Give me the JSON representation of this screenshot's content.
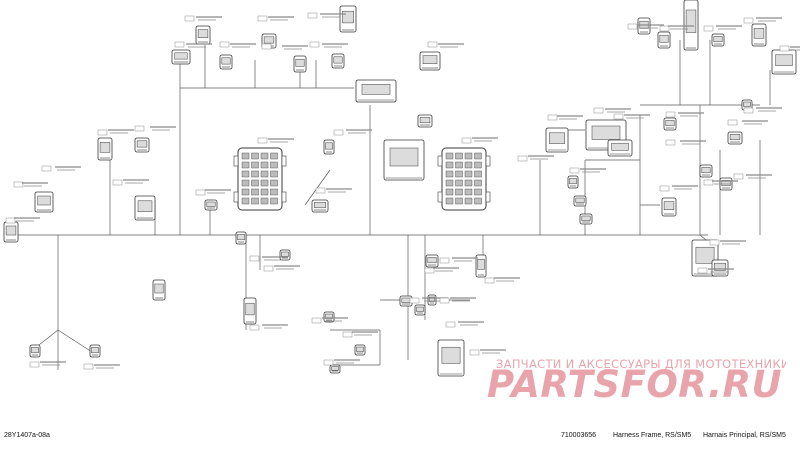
{
  "diagram": {
    "figure_code": "28Y1407a-08a",
    "part_number": "710003656",
    "title_en": "Harness Frame, RS/SM5",
    "title_fr": "Harnais Principal, RS/SM5"
  },
  "watermark": {
    "tagline": "ЗАПЧАСТИ И АКСЕССУАРЫ ДЛЯ МОТОТЕХНИКИ",
    "logo": "PARTSFOR.RU",
    "color": "#e8a4aa"
  },
  "colors": {
    "line": "#5a5a5a",
    "part": "#3a3a3a",
    "label": "#8a8a8a"
  }
}
